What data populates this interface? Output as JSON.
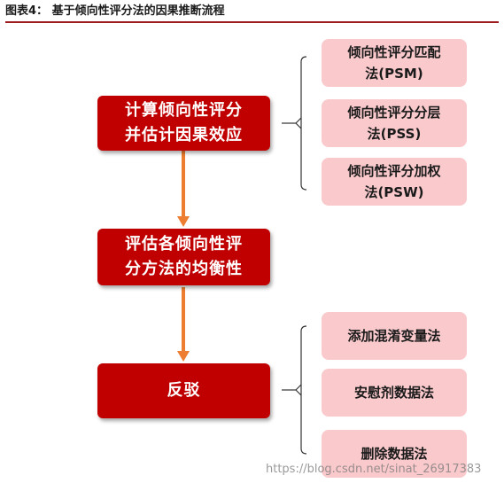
{
  "title": "图表4：  基于倾向性评分法的因果推断流程",
  "main_steps": [
    "计算倾向性评分\n并估计因果效应",
    "评估各倾向性评\n分方法的均衡性",
    "反驳"
  ],
  "methods": [
    {
      "line1": "倾向性评分匹配",
      "line2": "法(PSM)"
    },
    {
      "line1": "倾向性评分分层",
      "line2": "法(PSS)"
    },
    {
      "line1": "倾向性评分加权",
      "line2": "法(PSW)"
    }
  ],
  "refutations": [
    "添加混淆变量法",
    "安慰剂数据法",
    "删除数据法"
  ],
  "watermark": "https://blog.csdn.net/sinat_26917383",
  "colors": {
    "main_box": "#c00000",
    "side_box": "#f9c9cc",
    "arrow": "#ed7d31",
    "title_rule": "#9b1b1e"
  }
}
